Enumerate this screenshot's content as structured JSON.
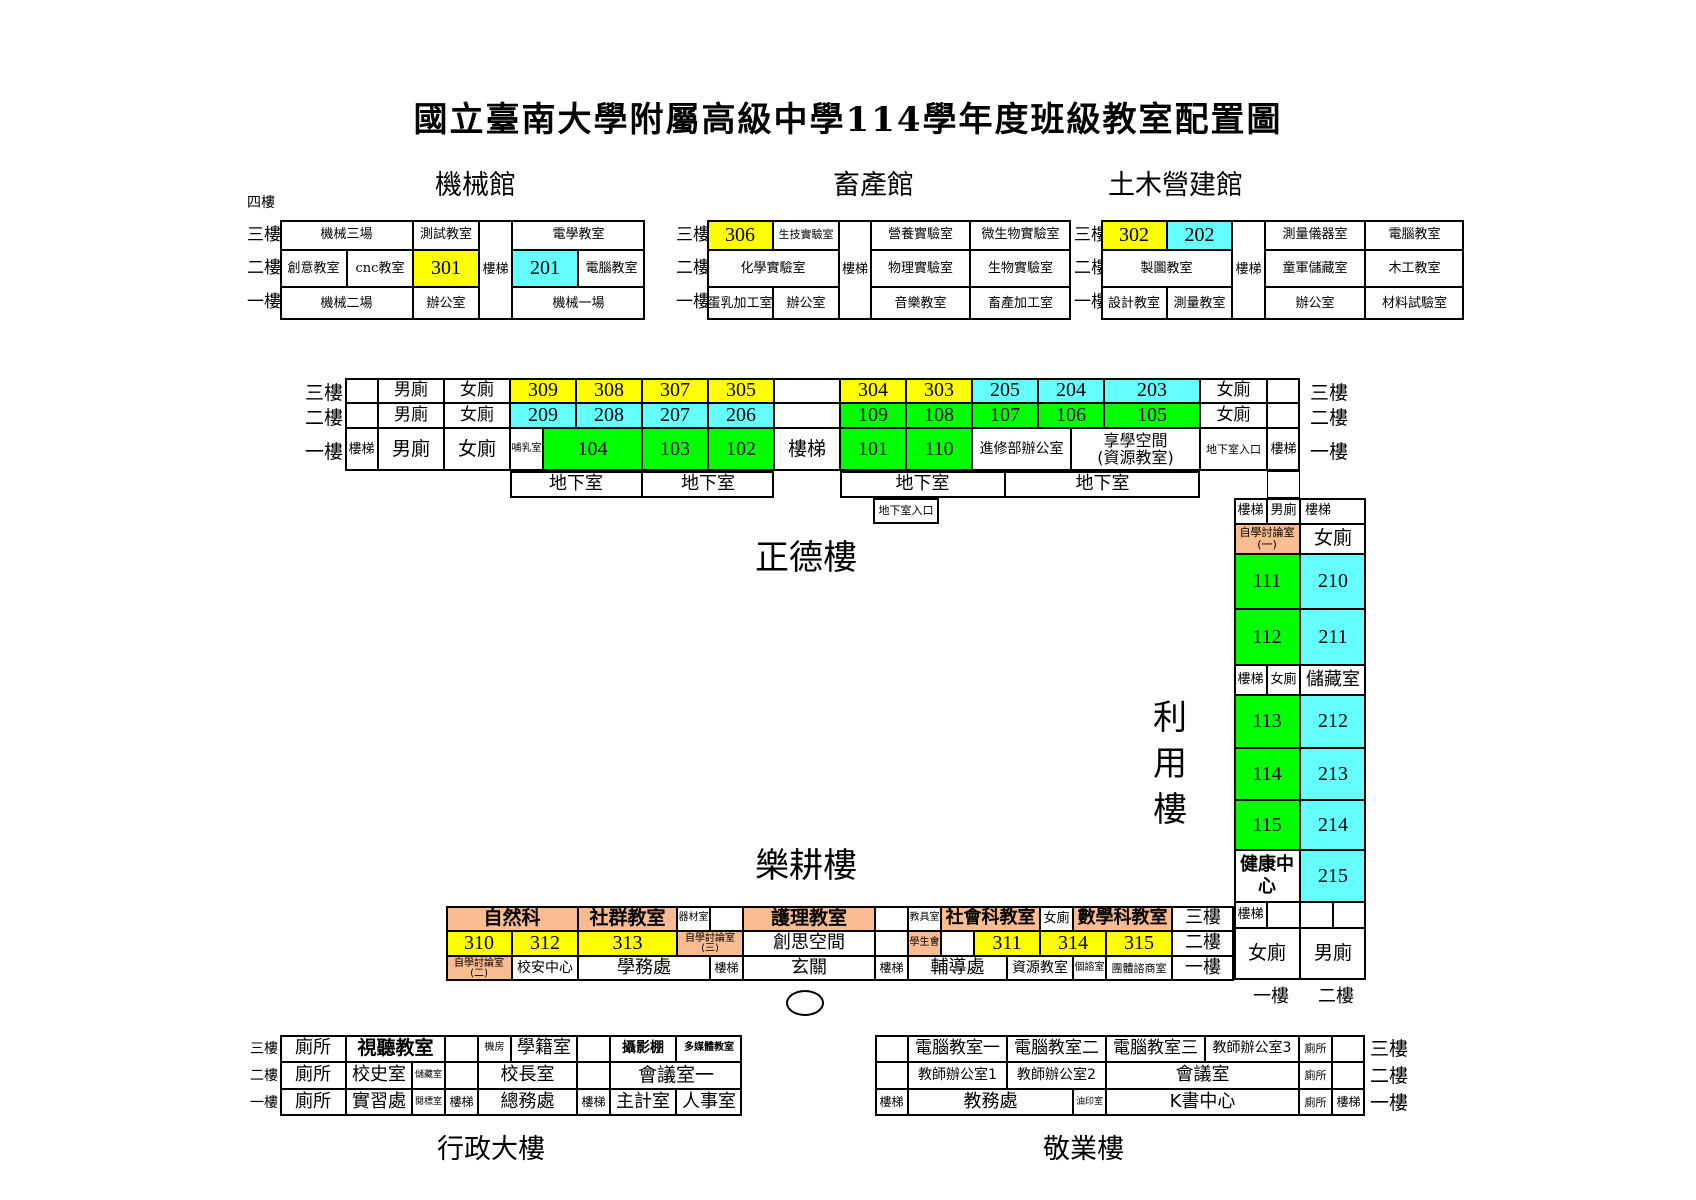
{
  "title": "國立臺南大學附屬高級中學114學年度班級教室配置圖",
  "colors": {
    "grade3": "#ffff00",
    "grade2": "#66ffff",
    "grade1": "#00ff00",
    "office": "#f8bc90"
  },
  "floors": {
    "f4": "四樓",
    "f3": "三樓",
    "f2": "二樓",
    "f1": "一樓"
  },
  "buildings": {
    "jixie": {
      "name": "機械館",
      "cells": [
        "機械三場",
        "測試教室",
        "電學教室",
        "創意教室",
        "cnc教室",
        "301",
        "樓梯",
        "201",
        "電腦教室",
        "機械二場",
        "辦公室",
        "機械一場"
      ]
    },
    "xuchan": {
      "name": "畜產館",
      "cells": [
        "306",
        "生技實驗室",
        "營養實驗室",
        "微生物實驗室",
        "化學實驗室",
        "樓梯",
        "物理實驗室",
        "生物實驗室",
        "蛋乳加工室",
        "辦公室",
        "音樂教室",
        "畜產加工室"
      ]
    },
    "tumu": {
      "name": "土木營建館",
      "cells": [
        "302",
        "202",
        "測量儀器室",
        "電腦教室",
        "製圖教室",
        "樓梯",
        "童軍儲藏室",
        "木工教室",
        "設計教室",
        "測量教室",
        "辦公室",
        "材料試驗室"
      ]
    },
    "zhengde": {
      "name": "正德樓",
      "f3": [
        "男廁",
        "女廁",
        "309",
        "308",
        "307",
        "305",
        "304",
        "303",
        "205",
        "204",
        "203",
        "女廁"
      ],
      "f2": [
        "男廁",
        "女廁",
        "209",
        "208",
        "207",
        "206",
        "109",
        "108",
        "107",
        "106",
        "105",
        "女廁"
      ],
      "f1": [
        "樓梯",
        "男廁",
        "女廁",
        "哺乳室",
        "104",
        "103",
        "102",
        "樓梯",
        "101",
        "110",
        "進修部辦公室",
        "享學空間",
        "(資源教室)",
        "地下室入口",
        "樓梯"
      ],
      "basement": [
        "地下室",
        "地下室",
        "地下室",
        "地下室"
      ],
      "basement_entrance": "地下室入口"
    },
    "liyong": {
      "name": "利用樓",
      "name_chars": [
        "利",
        "用",
        "樓"
      ],
      "cells": [
        "樓梯",
        "男廁",
        "樓梯",
        "自學討論室(一)",
        "女廁",
        "111",
        "210",
        "112",
        "211",
        "樓梯",
        "女廁",
        "儲藏室",
        "113",
        "212",
        "114",
        "213",
        "115",
        "214",
        "健康中心",
        "215",
        "樓梯",
        "女廁",
        "男廁"
      ],
      "bottom_labels": [
        "一樓",
        "二樓"
      ]
    },
    "legeng": {
      "name": "樂耕樓",
      "f3": [
        "自然科",
        "社群教室",
        "器材室",
        "護理教室",
        "教具室",
        "社會科教室",
        "女廁",
        "數學科教室"
      ],
      "f2": [
        "310",
        "312",
        "313",
        "自學討論室(三)",
        "創思空間",
        "學生會",
        "311",
        "314",
        "315"
      ],
      "f1": [
        "自學討論室(二)",
        "校安中心",
        "學務處",
        "樓梯",
        "玄關",
        "樓梯",
        "輔導處",
        "資源教室",
        "個諮室",
        "團體諮商室"
      ]
    },
    "xingzheng": {
      "name": "行政大樓",
      "f3": [
        "廁所",
        "視聽教室",
        "機房",
        "學籍室",
        "攝影棚",
        "多媒體教室"
      ],
      "f2": [
        "廁所",
        "校史室",
        "儲藏室",
        "校長室",
        "會議室一"
      ],
      "f1": [
        "廁所",
        "實習處",
        "閱標室",
        "樓梯",
        "總務處",
        "樓梯",
        "主計室",
        "人事室"
      ]
    },
    "jingye": {
      "name": "敬業樓",
      "f3": [
        "電腦教室一",
        "電腦教室二",
        "電腦教室三",
        "教師辦公室3",
        "廁所"
      ],
      "f2": [
        "教師辦公室1",
        "教師辦公室2",
        "會議室",
        "廁所"
      ],
      "f1": [
        "樓梯",
        "教務處",
        "油印室",
        "K書中心",
        "廁所",
        "樓梯"
      ]
    }
  }
}
